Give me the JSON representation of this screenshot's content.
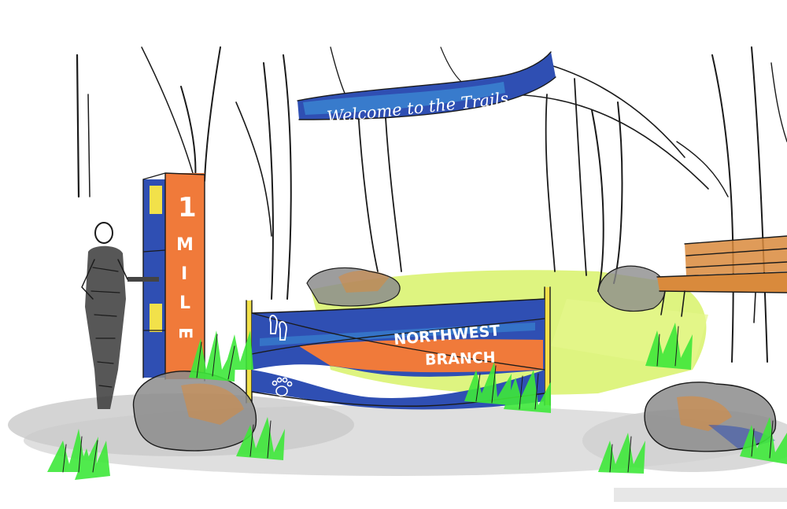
{
  "banner": {
    "text": "Welcome to the Trails"
  },
  "mile_post": {
    "number": "1",
    "letters": [
      "M",
      "I",
      "L",
      "E"
    ]
  },
  "entrance_sign": {
    "line1": "NORTHWEST",
    "line2": "BRANCH"
  },
  "colors": {
    "banner_blue": "#2f4fb3",
    "sign_orange": "#f07a3a",
    "post_yellow": "#f2e14a",
    "grass_green": "#3ee83a",
    "lawn_lime": "#d8f26a",
    "rock_gray": "#8c8c8c",
    "bench_wood": "#d98a3c"
  },
  "icons": [
    "boot-print-icon",
    "paw-print-icon"
  ]
}
